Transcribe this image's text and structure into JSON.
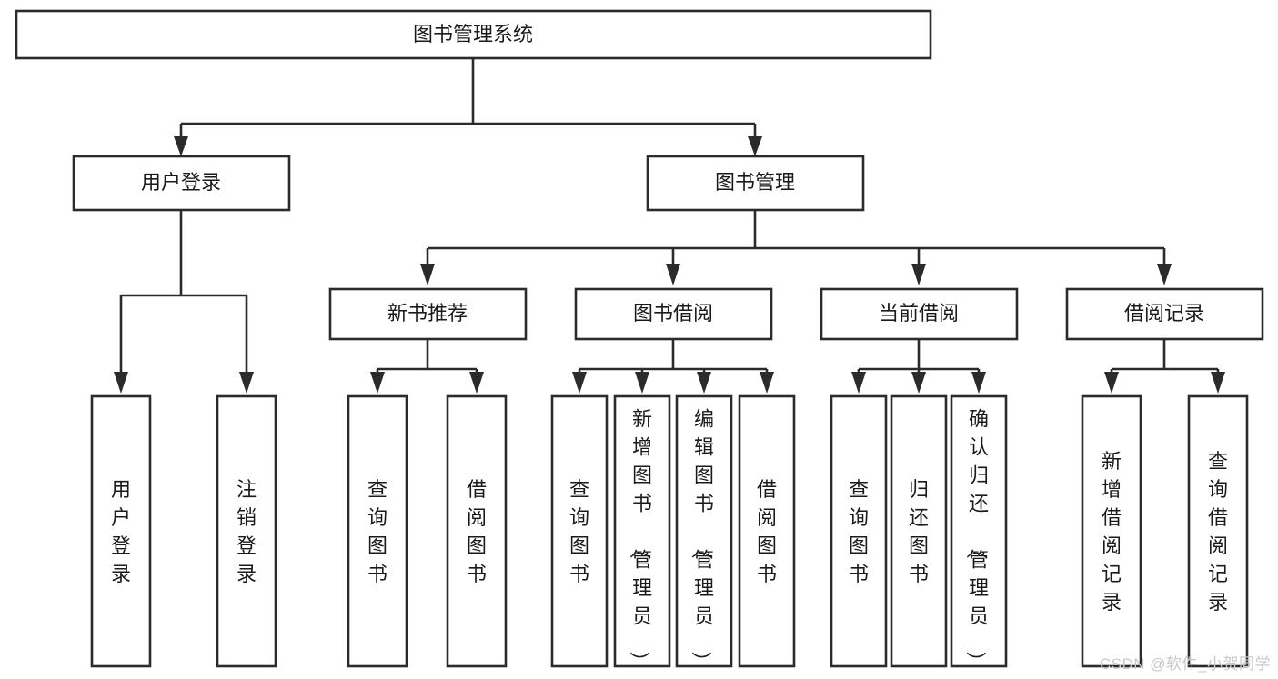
{
  "diagram": {
    "type": "tree",
    "title": "图书管理系统",
    "orientation": "top-down",
    "watermark": "CSDN @软件_小贺同学",
    "colors": {
      "background": "#ffffff",
      "box_fill": "#ffffff",
      "box_stroke": "#2b2b2b",
      "text": "#1a1a1a",
      "watermark": "#c9c9c9"
    },
    "nodes": {
      "root": {
        "label": "图书管理系统",
        "level": 0,
        "orientation": "horizontal"
      },
      "l1_0": {
        "label": "用户登录",
        "level": 1,
        "orientation": "horizontal"
      },
      "l1_1": {
        "label": "图书管理",
        "level": 1,
        "orientation": "horizontal"
      },
      "l2_0": {
        "label": "新书推荐",
        "level": 2,
        "orientation": "horizontal"
      },
      "l2_1": {
        "label": "图书借阅",
        "level": 2,
        "orientation": "horizontal"
      },
      "l2_2": {
        "label": "当前借阅",
        "level": 2,
        "orientation": "horizontal"
      },
      "l2_3": {
        "label": "借阅记录",
        "level": 2,
        "orientation": "horizontal"
      },
      "leaf_0": {
        "label": "用户登录",
        "level": 3,
        "orientation": "vertical"
      },
      "leaf_1": {
        "label": "注销登录",
        "level": 3,
        "orientation": "vertical"
      },
      "leaf_2": {
        "label": "查询图书",
        "level": 3,
        "orientation": "vertical"
      },
      "leaf_3": {
        "label": "借阅图书",
        "level": 3,
        "orientation": "vertical"
      },
      "leaf_4": {
        "label": "查询图书",
        "level": 3,
        "orientation": "vertical"
      },
      "leaf_5": {
        "label": "新增图书（管理员）",
        "level": 3,
        "orientation": "vertical"
      },
      "leaf_6": {
        "label": "编辑图书（管理员）",
        "level": 3,
        "orientation": "vertical"
      },
      "leaf_7": {
        "label": "借阅图书",
        "level": 3,
        "orientation": "vertical"
      },
      "leaf_8": {
        "label": "查询图书",
        "level": 3,
        "orientation": "vertical"
      },
      "leaf_9": {
        "label": "归还图书",
        "level": 3,
        "orientation": "vertical"
      },
      "leaf_10": {
        "label": "确认归还（管理员）",
        "level": 3,
        "orientation": "vertical"
      },
      "leaf_11": {
        "label": "新增借阅记录",
        "level": 3,
        "orientation": "vertical"
      },
      "leaf_12": {
        "label": "查询借阅记录",
        "level": 3,
        "orientation": "vertical"
      }
    },
    "edges": [
      {
        "from": "root",
        "to": "l1_0"
      },
      {
        "from": "root",
        "to": "l1_1"
      },
      {
        "from": "l1_1",
        "to": "l2_0"
      },
      {
        "from": "l1_1",
        "to": "l2_1"
      },
      {
        "from": "l1_1",
        "to": "l2_2"
      },
      {
        "from": "l1_1",
        "to": "l2_3"
      },
      {
        "from": "l1_0",
        "to": "leaf_0"
      },
      {
        "from": "l1_0",
        "to": "leaf_1"
      },
      {
        "from": "l2_0",
        "to": "leaf_2"
      },
      {
        "from": "l2_0",
        "to": "leaf_3"
      },
      {
        "from": "l2_1",
        "to": "leaf_4"
      },
      {
        "from": "l2_1",
        "to": "leaf_5"
      },
      {
        "from": "l2_1",
        "to": "leaf_6"
      },
      {
        "from": "l2_1",
        "to": "leaf_7"
      },
      {
        "from": "l2_2",
        "to": "leaf_8"
      },
      {
        "from": "l2_2",
        "to": "leaf_9"
      },
      {
        "from": "l2_2",
        "to": "leaf_10"
      },
      {
        "from": "l2_3",
        "to": "leaf_11"
      },
      {
        "from": "l2_3",
        "to": "leaf_12"
      }
    ]
  }
}
